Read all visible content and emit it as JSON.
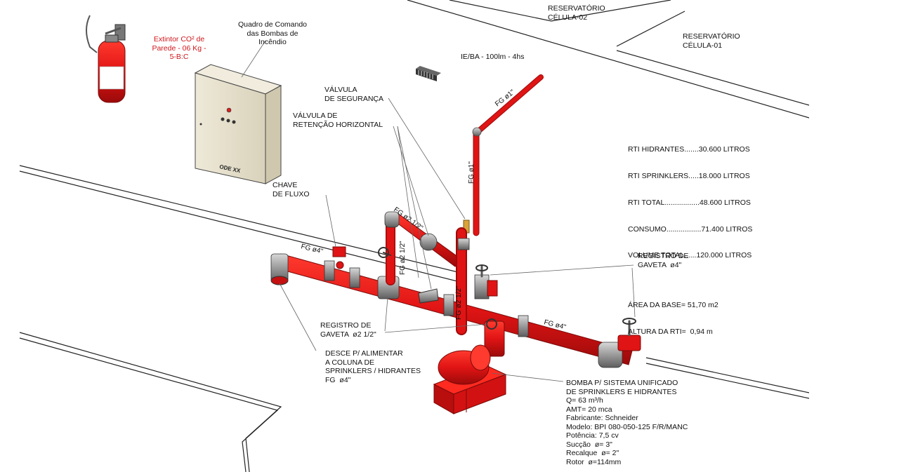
{
  "labels": {
    "extinguisher": "Extintor CO² de\nParede - 06 Kg -\n5-B:C",
    "control_panel": "Quadro de Comando\ndas Bombas de\nIncêndio",
    "panel_brand": "ODE XX",
    "reservoir_cell_2": "RESERVATÓRIO\nCÉLULA-02",
    "reservoir_cell_1": "RESERVATÓRIO\nCÉLULA-01",
    "emergency_light": "IE/BA - 100lm - 4hs",
    "safety_valve": "VÁLVULA\nDE SEGURANÇA",
    "check_valve": "VÁLVULA DE\nRETENÇÃO HORIZONTAL",
    "flow_switch": "CHAVE\nDE FLUXO",
    "gate_valve_4": "REGISTRO DE\nGAVETA  ø4\"",
    "gate_valve_2_5": "REGISTRO DE\nGAVETA  ø2 1/2\"",
    "descent": "DESCE P/ ALIMENTAR\nA COLUNA DE\nSPRINKLERS / HIDRANTES\nFG  ø4\"",
    "pump": "BOMBA P/ SISTEMA UNIFICADO\nDE SPRINKLERS E HIDRANTES\nQ= 63 m³/h\nAMT= 20 mca\nFabricante: Schneider\nModelo: BPI 080-050-125 F/R/MANC\nPotência: 7,5 cv\nSucção  ø= 3\"\nRecalque  ø= 2\"\nRotor  ø=114mm"
  },
  "pipe_labels": {
    "fg_4_left": "FG  ø4\"",
    "fg_4_right": "FG  ø4\"",
    "fg_2_5_diag": "FG  ø2 1/2\"",
    "fg_2_5_vert": "FG  ø2 1/2\"",
    "fg_2_5_center": "FG  ø2 1/2\"",
    "fg_1_diag": "FG  ø1\"",
    "fg_1_vert": "FG  ø1\""
  },
  "stats": {
    "rti_hidrantes": "RTI HIDRANTES.......30.600 LITROS",
    "rti_sprinklers": "RTI SPRINKLERS.....18.000 LITROS",
    "rti_total": "RTI TOTAL.................48.600 LITROS",
    "consumo": "CONSUMO.................71.400 LITROS",
    "volume_total": "VOLUME TOTAL......120.000 LITROS",
    "area_base": "ÁREA DA BASE= 51,70 m2",
    "altura_rti": "ALTURA DA RTI=  0,94 m"
  },
  "colors": {
    "pipe_red": "#e01414",
    "pipe_dark": "#a80c0c",
    "fitting_gray": "#9a9a9a",
    "panel_beige": "#e8e2cf",
    "label_red": "#d0161b"
  }
}
